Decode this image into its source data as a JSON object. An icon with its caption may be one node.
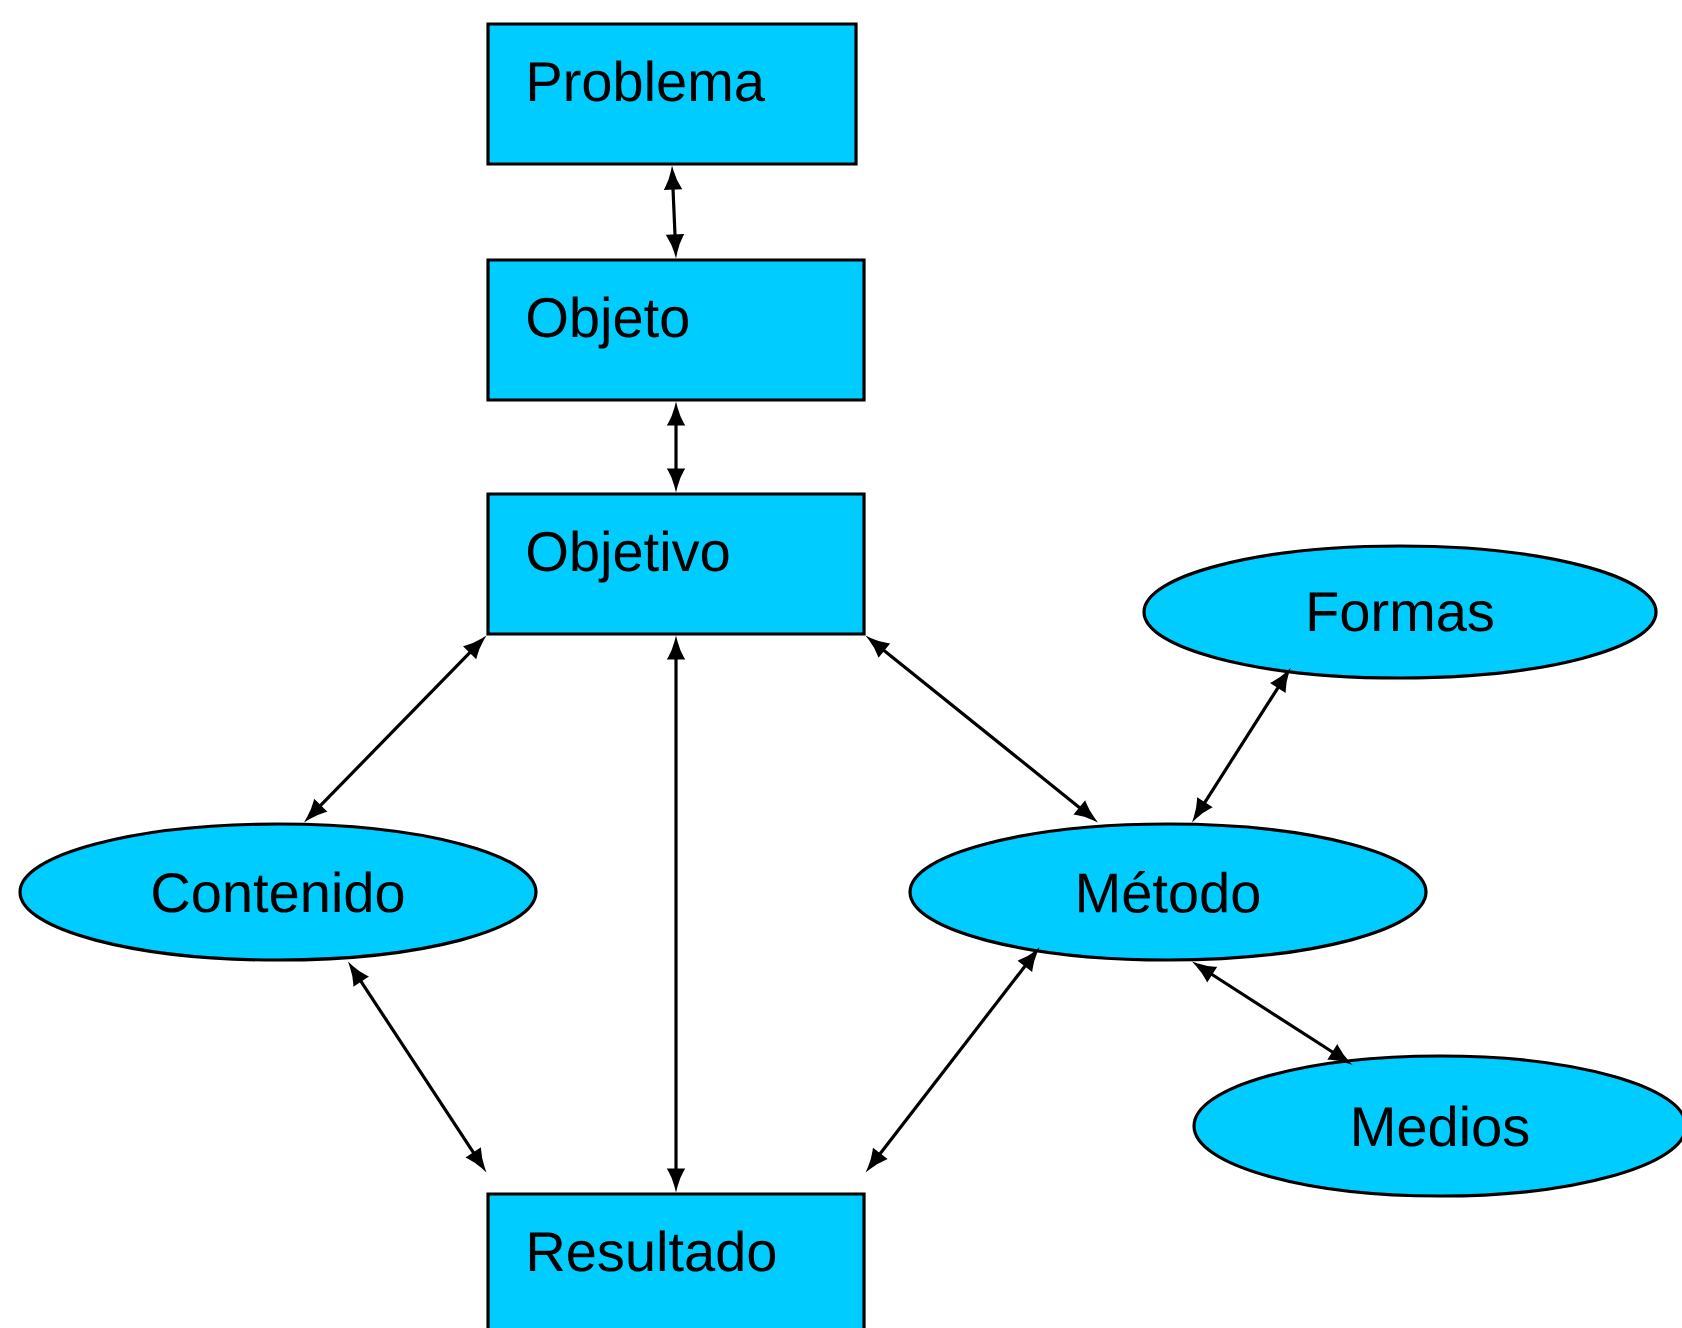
{
  "diagram": {
    "nodes": [
      {
        "text": [
          "Problema"
        ]
      },
      {
        "text": [
          "Objeto"
        ]
      },
      {
        "text": [
          "Objetivo"
        ]
      },
      {
        "text": [
          "Formas"
        ]
      },
      {
        "text": [
          "Contenido"
        ]
      },
      {
        "text": [
          "Método"
        ]
      },
      {
        "text": [
          "Medios"
        ]
      },
      {
        "text": [
          "Resultado"
        ]
      }
    ],
    "edges": [
      {
        "from": 0,
        "to": 1,
        "arrow": "both"
      },
      {
        "from": 1,
        "to": 2,
        "arrow": "both"
      },
      {
        "from": 2,
        "to": 4,
        "arrow": "both"
      },
      {
        "from": 2,
        "to": 7,
        "arrow": "both"
      },
      {
        "from": 2,
        "to": 5,
        "arrow": "both"
      },
      {
        "from": 5,
        "to": 3,
        "arrow": "both"
      },
      {
        "from": 5,
        "to": 6,
        "arrow": "both"
      },
      {
        "from": 4,
        "to": 7,
        "arrow": "both"
      },
      {
        "from": 5,
        "to": 7,
        "arrow": "both"
      }
    ]
  }
}
